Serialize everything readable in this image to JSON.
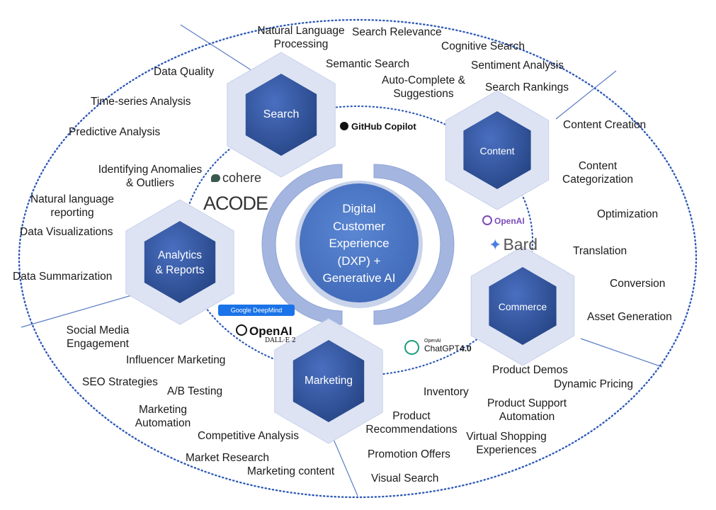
{
  "center": {
    "lines": [
      "Digital",
      "Customer",
      "Experience",
      "(DXP) +",
      "Generative AI"
    ]
  },
  "hubs": {
    "search": "Search",
    "content": "Content",
    "commerce": "Commerce",
    "marketing": "Marketing",
    "analytics": [
      "Analytics",
      "& Reports"
    ]
  },
  "logos": {
    "github_copilot": "GitHub Copilot",
    "cohere": "cohere",
    "acode": "ACODE",
    "openai_right": "OpenAI",
    "bard": "Bard",
    "deepmind": "Google DeepMind",
    "openai_left": "OpenAI",
    "dalle": "DALL·E 2",
    "chatgpt_top": "OpenAI",
    "chatgpt": "ChatGPT",
    "chatgpt_ver": "4.0"
  },
  "labels": {
    "search": {
      "nlp": [
        "Natural Language",
        "Processing"
      ],
      "search_relevance": "Search Relevance",
      "cognitive_search": "Cognitive Search",
      "semantic_search": "Semantic Search",
      "autocomplete": [
        "Auto-Complete &",
        "Suggestions"
      ],
      "sentiment": "Sentiment Analysis",
      "rankings": "Search Rankings"
    },
    "analytics": {
      "data_quality": "Data Quality",
      "time_series": "Time-series Analysis",
      "predictive": "Predictive Analysis",
      "anomalies": [
        "Identifying Anomalies",
        "& Outliers"
      ],
      "nl_reporting": [
        "Natural language",
        "reporting"
      ],
      "visualizations": "Data Visualizations",
      "summarization": "Data Summarization"
    },
    "content": {
      "creation": "Content Creation",
      "categorization": [
        "Content",
        "Categorization"
      ],
      "optimization": "Optimization",
      "translation": "Translation"
    },
    "commerce": {
      "conversion": "Conversion",
      "asset_generation": "Asset Generation",
      "product_demos": "Product Demos",
      "dynamic_pricing": "Dynamic Pricing",
      "inventory": "Inventory",
      "support": [
        "Product Support",
        "Automation"
      ],
      "recommendations": [
        "Product",
        "Recommendations"
      ],
      "virtual_shopping": [
        "Virtual Shopping",
        "Experiences"
      ],
      "promotion": "Promotion Offers",
      "visual_search": "Visual Search"
    },
    "marketing": {
      "social": [
        "Social Media",
        "Engagement"
      ],
      "influencer": "Influencer Marketing",
      "seo": "SEO Strategies",
      "ab": "A/B Testing",
      "automation": [
        "Marketing",
        "Automation"
      ],
      "competitive": "Competitive Analysis",
      "research": "Market Research",
      "content": "Marketing content"
    }
  },
  "colors": {
    "hex_dark": "#2f4f9c",
    "hex_light": "#dde3f3",
    "center_fill": "#4472c4",
    "arc": "#9fb3de",
    "dots": "#2e5ab8",
    "spoke": "#5b7cc4"
  }
}
